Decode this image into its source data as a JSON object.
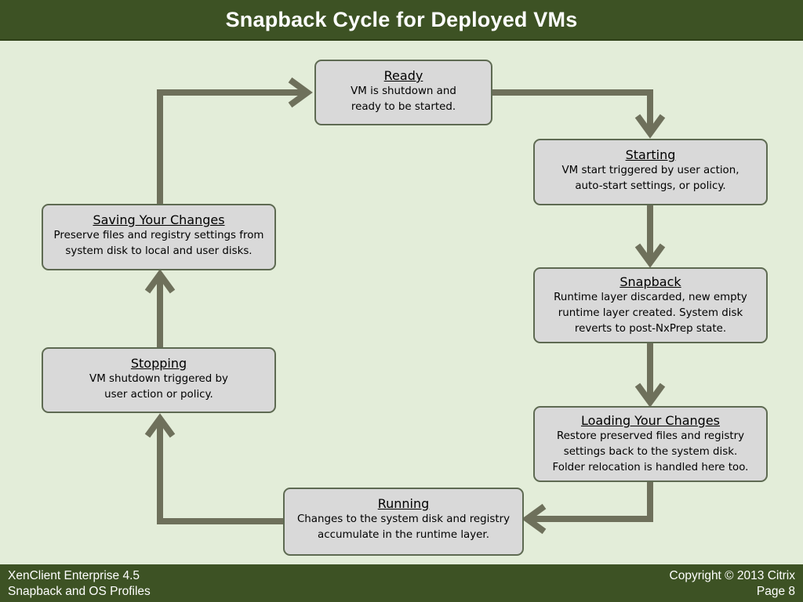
{
  "header": {
    "title": "Snapback Cycle for Deployed VMs"
  },
  "footer": {
    "left_line1": "XenClient Enterprise 4.5",
    "left_line2": "Snapback and OS Profiles",
    "right_line1": "Copyright © 2013 Citrix",
    "right_line2": "Page 8"
  },
  "colors": {
    "header_bg": "#3d5224",
    "slide_bg": "#e3edd9",
    "box_fill": "#d9d9d9",
    "box_border": "#5e6a52",
    "arrow": "#6e705b"
  },
  "nodes": {
    "ready": {
      "title": "Ready",
      "lines": [
        "VM is shutdown and",
        "ready to be started."
      ]
    },
    "starting": {
      "title": "Starting",
      "lines": [
        "VM start triggered by user action,",
        "auto-start settings, or policy."
      ]
    },
    "snapback": {
      "title": "Snapback",
      "lines": [
        "Runtime layer discarded, new empty",
        "runtime layer created.  System disk",
        "reverts to post-NxPrep state."
      ]
    },
    "loading": {
      "title": "Loading Your Changes",
      "lines": [
        "Restore preserved files and registry",
        "settings back to the system disk.",
        "Folder relocation is handled here too."
      ]
    },
    "running": {
      "title": "Running",
      "lines": [
        "Changes to the system disk and registry",
        "accumulate in the runtime layer."
      ]
    },
    "stopping": {
      "title": "Stopping",
      "lines": [
        "VM shutdown triggered by",
        "user action or policy."
      ]
    },
    "saving": {
      "title": "Saving Your Changes",
      "lines": [
        "Preserve files and registry settings from",
        "system disk to local and user disks."
      ]
    }
  },
  "edges": [
    {
      "from": "Ready",
      "to": "Starting"
    },
    {
      "from": "Starting",
      "to": "Snapback"
    },
    {
      "from": "Snapback",
      "to": "Loading Your Changes"
    },
    {
      "from": "Loading Your Changes",
      "to": "Running"
    },
    {
      "from": "Running",
      "to": "Stopping"
    },
    {
      "from": "Stopping",
      "to": "Saving Your Changes"
    },
    {
      "from": "Saving Your Changes",
      "to": "Ready"
    }
  ]
}
